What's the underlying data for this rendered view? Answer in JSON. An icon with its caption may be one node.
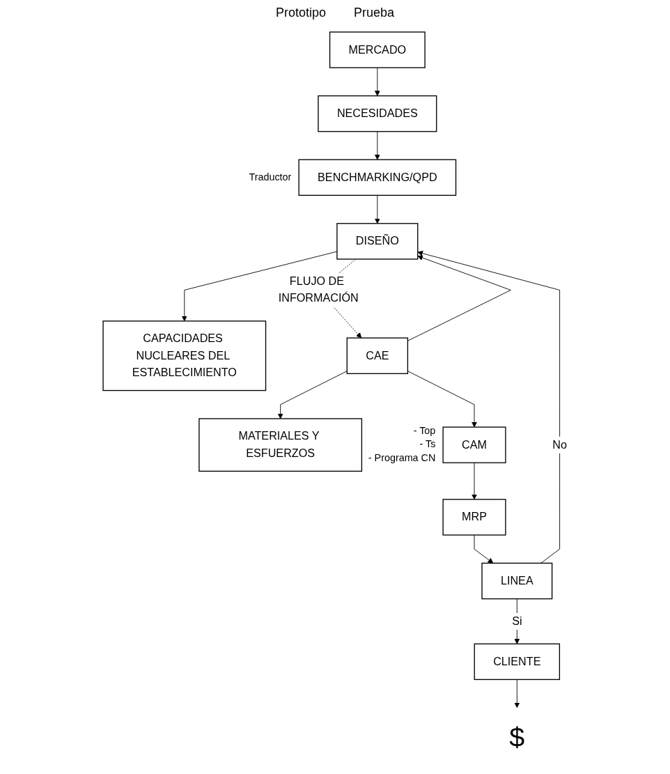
{
  "diagram": {
    "nodes": [
      {
        "text": [
          "MERCADO"
        ]
      },
      {
        "text": [
          "NECESIDADES"
        ]
      },
      {
        "text": [
          "BENCHMARKING/QPD"
        ],
        "beside": [
          "Traductor"
        ]
      },
      {
        "text": [
          "DISEÑO"
        ]
      },
      {
        "text": [
          "CAPACIDADES NUCLEARES DEL ESTABLECIMIENTO"
        ]
      },
      {
        "text": [
          "CAE"
        ]
      },
      {
        "text": [
          "MATERIALES Y ESFUERZOS"
        ]
      },
      {
        "text": [
          "CAM"
        ],
        "beside": [
          "- Top",
          "- Ts",
          "- Programa CN"
        ]
      },
      {
        "text": [
          "MRP"
        ]
      },
      {
        "text": [
          "LINEA"
        ]
      },
      {
        "text": [
          "CLIENTE"
        ]
      },
      {
        "text": [
          "$"
        ]
      }
    ],
    "edges": [
      {
        "from": 0,
        "to": 1,
        "arrow": "to"
      },
      {
        "from": 1,
        "to": 2,
        "arrow": "to"
      },
      {
        "from": 2,
        "to": 3,
        "arrow": "to"
      },
      {
        "from": 3,
        "to": 4,
        "arrow": "to"
      },
      {
        "from": 3,
        "to": 5,
        "arrow": "to",
        "style": "dashed",
        "label": "FLUJO DE INFORMACIÓN"
      },
      {
        "from": 5,
        "to": 6,
        "arrow": "to"
      },
      {
        "from": 5,
        "to": 3,
        "arrow": "to"
      },
      {
        "from": 5,
        "to": 7,
        "arrow": "to"
      },
      {
        "from": 7,
        "to": 8,
        "arrow": "to"
      },
      {
        "from": 8,
        "to": 9,
        "arrow": "to"
      },
      {
        "from": 9,
        "to": 10,
        "arrow": "to",
        "label": "Si"
      },
      {
        "from": 9,
        "to": 3,
        "arrow": "to",
        "label": "No"
      },
      {
        "from": 10,
        "to": 11,
        "arrow": "to"
      }
    ],
    "labels": [
      "Prototipo",
      "Prueba"
    ]
  }
}
